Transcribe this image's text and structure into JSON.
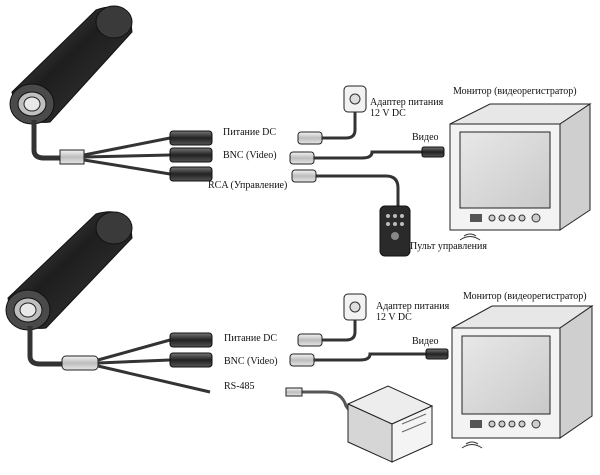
{
  "diagram1": {
    "labels": {
      "power_dc": "Питание DC",
      "bnc_video": "BNC (Video)",
      "rca_control": "RCA (Управление)",
      "adapter_line1": "Адаптер питания",
      "adapter_line2": "12 V DC",
      "video": "Видео",
      "monitor": "Монитор (видеорегистратор)",
      "remote": "Пульт управления"
    }
  },
  "diagram2": {
    "labels": {
      "power_dc": "Питание DC",
      "bnc_video": "BNC (Video)",
      "rs485": "RS-485",
      "adapter_line1": "Адаптер питания",
      "adapter_line2": "12 V DC",
      "video": "Видео",
      "monitor": "Монитор (видеорегистратор)"
    }
  },
  "colors": {
    "line": "#222222",
    "camera_dark": "#2a2a2a",
    "device_fill": "#f1f1f1",
    "screen_fill": "#d9d9d9"
  }
}
